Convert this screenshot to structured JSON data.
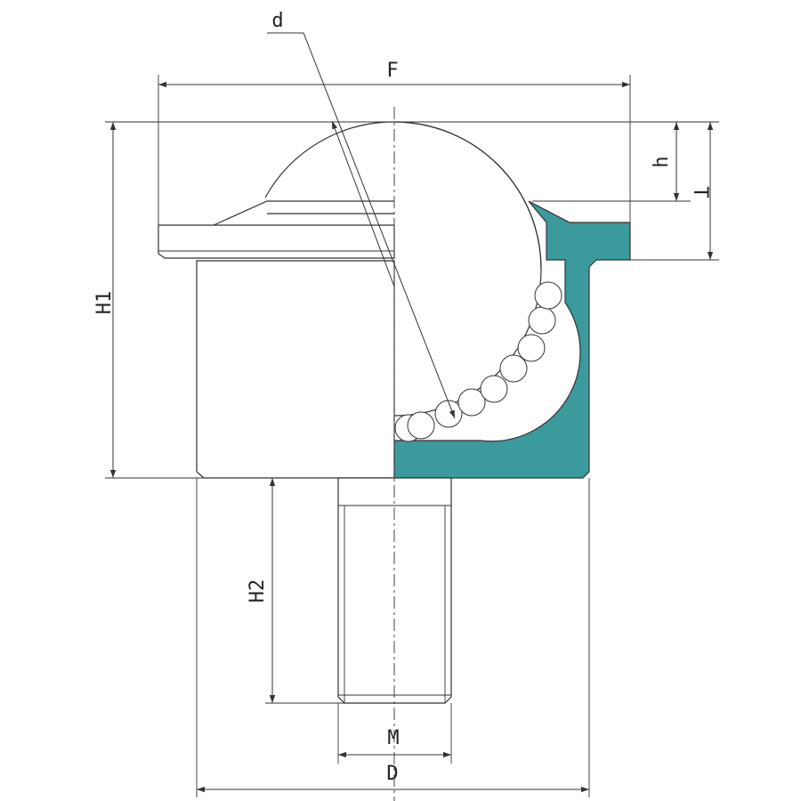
{
  "labels": {
    "d": "d",
    "F": "F",
    "h": "h",
    "T": "T",
    "H1": "H1",
    "H2": "H2",
    "M": "M",
    "D": "D"
  },
  "colors": {
    "section_fill": "#3a9a9c",
    "line": "#333333",
    "background": "#ffffff"
  }
}
